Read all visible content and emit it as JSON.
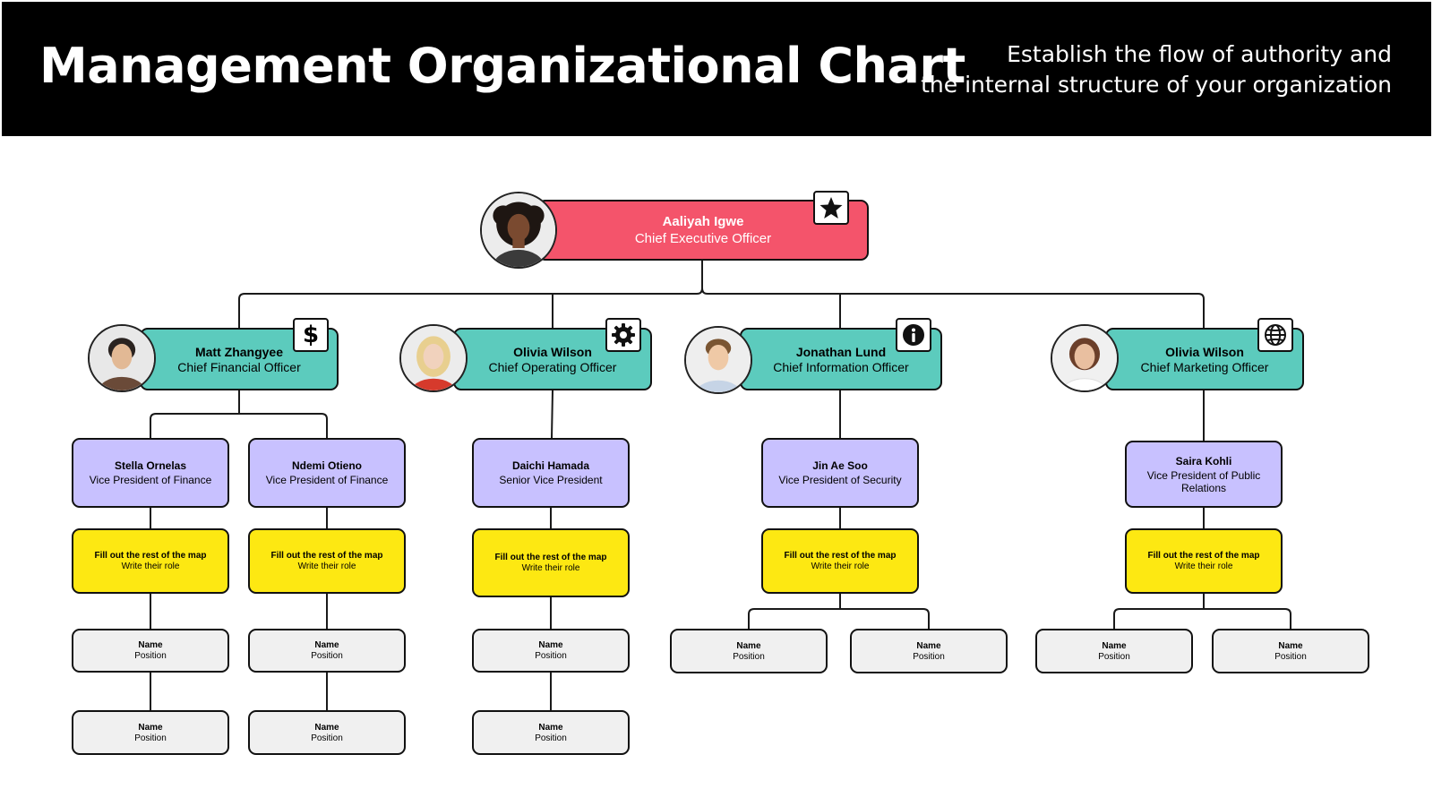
{
  "header": {
    "title": "Management Organizational Chart",
    "subtitle_line1": "Establish the flow of authority and",
    "subtitle_line2": "the internal structure of your organization"
  },
  "ceo": {
    "name": "Aaliyah Igwe",
    "role": "Chief Executive Officer",
    "badge_icon": "star-icon"
  },
  "executives": [
    {
      "name": "Matt Zhangyee",
      "role": "Chief Financial Officer",
      "badge_icon": "dollar-icon",
      "badge_glyph": "$"
    },
    {
      "name": "Olivia Wilson",
      "role": "Chief Operating Officer",
      "badge_icon": "gear-icon"
    },
    {
      "name": "Jonathan Lund",
      "role": "Chief Information Officer",
      "badge_icon": "info-icon"
    },
    {
      "name": "Olivia Wilson",
      "role": "Chief Marketing Officer",
      "badge_icon": "globe-icon"
    }
  ],
  "vice_presidents": [
    {
      "name": "Stella Ornelas",
      "role": "Vice President of Finance"
    },
    {
      "name": "Ndemi Otieno",
      "role": "Vice President of Finance"
    },
    {
      "name": "Daichi Hamada",
      "role": "Senior Vice President"
    },
    {
      "name": "Jin Ae Soo",
      "role": "Vice President of Security"
    },
    {
      "name": "Saira Kohli",
      "role": "Vice President of Public Relations"
    }
  ],
  "fill_box": {
    "title": "Fill out the rest of the map",
    "subtitle": "Write their role"
  },
  "placeholder": {
    "name": "Name",
    "position": "Position"
  },
  "colors": {
    "ceo": "#f4546b",
    "executive": "#5ccbbd",
    "vice_president": "#c8c1ff",
    "fill_prompt": "#fde812",
    "placeholder": "#f0f0f0"
  }
}
